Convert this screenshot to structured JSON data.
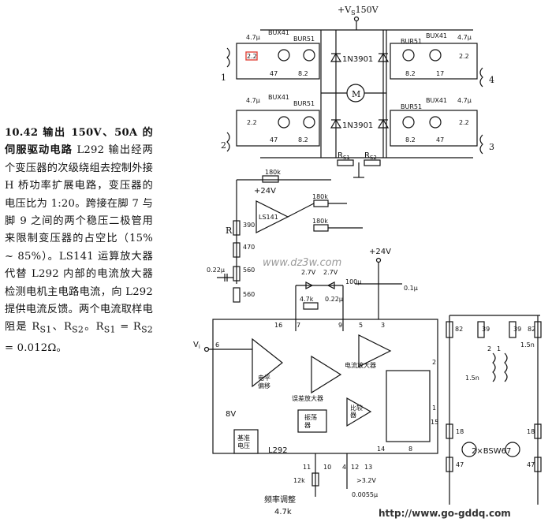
{
  "description": {
    "number": "10.42",
    "title": "输出 150V、50A 的伺服驱动电路",
    "body": "L292 输出经两个变压器的次级绕组去控制外接 H 桥功率扩展电路，变压器的电压比为 1:20。跨接在脚 7 与脚 9 之间的两个稳压二极管用来限制变压器的占空比（15% ~ 85%）。LS141 运算放大器代替 L292 内部的电流放大器检测电机主电路电流，向 L292 提供电流反馈。两个电流取样电阻是 R",
    "tail": "。"
  },
  "bridge": {
    "supply": "+V",
    "supply_sub": "S",
    "supply_value": "150V",
    "cap_4u7": "4.7μ",
    "res_2_2": "2.2",
    "res_47": "47",
    "res_8_2": "8.2",
    "res_17": "17",
    "bux": "BUX41",
    "bur": "BUR51",
    "diode": "1N3901",
    "motor": "M",
    "rs1": "R",
    "rs1_sub": "S1",
    "rs2": "R",
    "rs2_sub": "S2",
    "winding_1": "1",
    "winding_2": "2",
    "winding_3": "3",
    "winding_4": "4"
  },
  "sense": {
    "r180k_a": "180k",
    "r180k_b": "180k",
    "r180k_c": "180k",
    "supply": "+24V",
    "opamp": "LS141",
    "pot": "R",
    "r390": "390",
    "r470": "470",
    "r560a": "560",
    "r560b": "560",
    "c022": "0.22μ"
  },
  "controller": {
    "supply": "+24V",
    "z1": "2.7V",
    "z2": "2.7V",
    "c100": "100μ",
    "c01": "0.1μ",
    "r47k": "4.7k",
    "c022b": "0.22μ",
    "vi": "V",
    "vi_sub": "i",
    "level_shift": "电平\n偏移",
    "err_amp": "误差放大器",
    "cur_amp": "电流放大器",
    "comparator": "比较\n器",
    "oscillator": "振荡\n器",
    "ref_block": "基准\n电压",
    "chip": "L292",
    "v8": "8V",
    "pins": [
      "6",
      "7",
      "9",
      "5",
      "3",
      "2",
      "1",
      "15",
      "11",
      "10",
      "4",
      "12",
      "13",
      "14",
      "8",
      "16"
    ],
    "r12k": "12k",
    "freq_adj": "频率调整",
    "r47k2": "4.7k",
    "vge": ">3.2V",
    "c0055": "0.0055μ",
    "r82a": "82",
    "r39a": "39",
    "r39b": "39",
    "r82b": "82",
    "c15a": "1.5n",
    "c15b": "1.5n",
    "r18a": "18",
    "r18b": "18",
    "r47a": "47",
    "r47b": "47",
    "bsw": "2×BSW67",
    "t_lbl1": "2",
    "t_lbl2": "1"
  },
  "watermarks": {
    "top": "www.dz3w.com",
    "bottom": "http://www.go-gddq.com"
  }
}
